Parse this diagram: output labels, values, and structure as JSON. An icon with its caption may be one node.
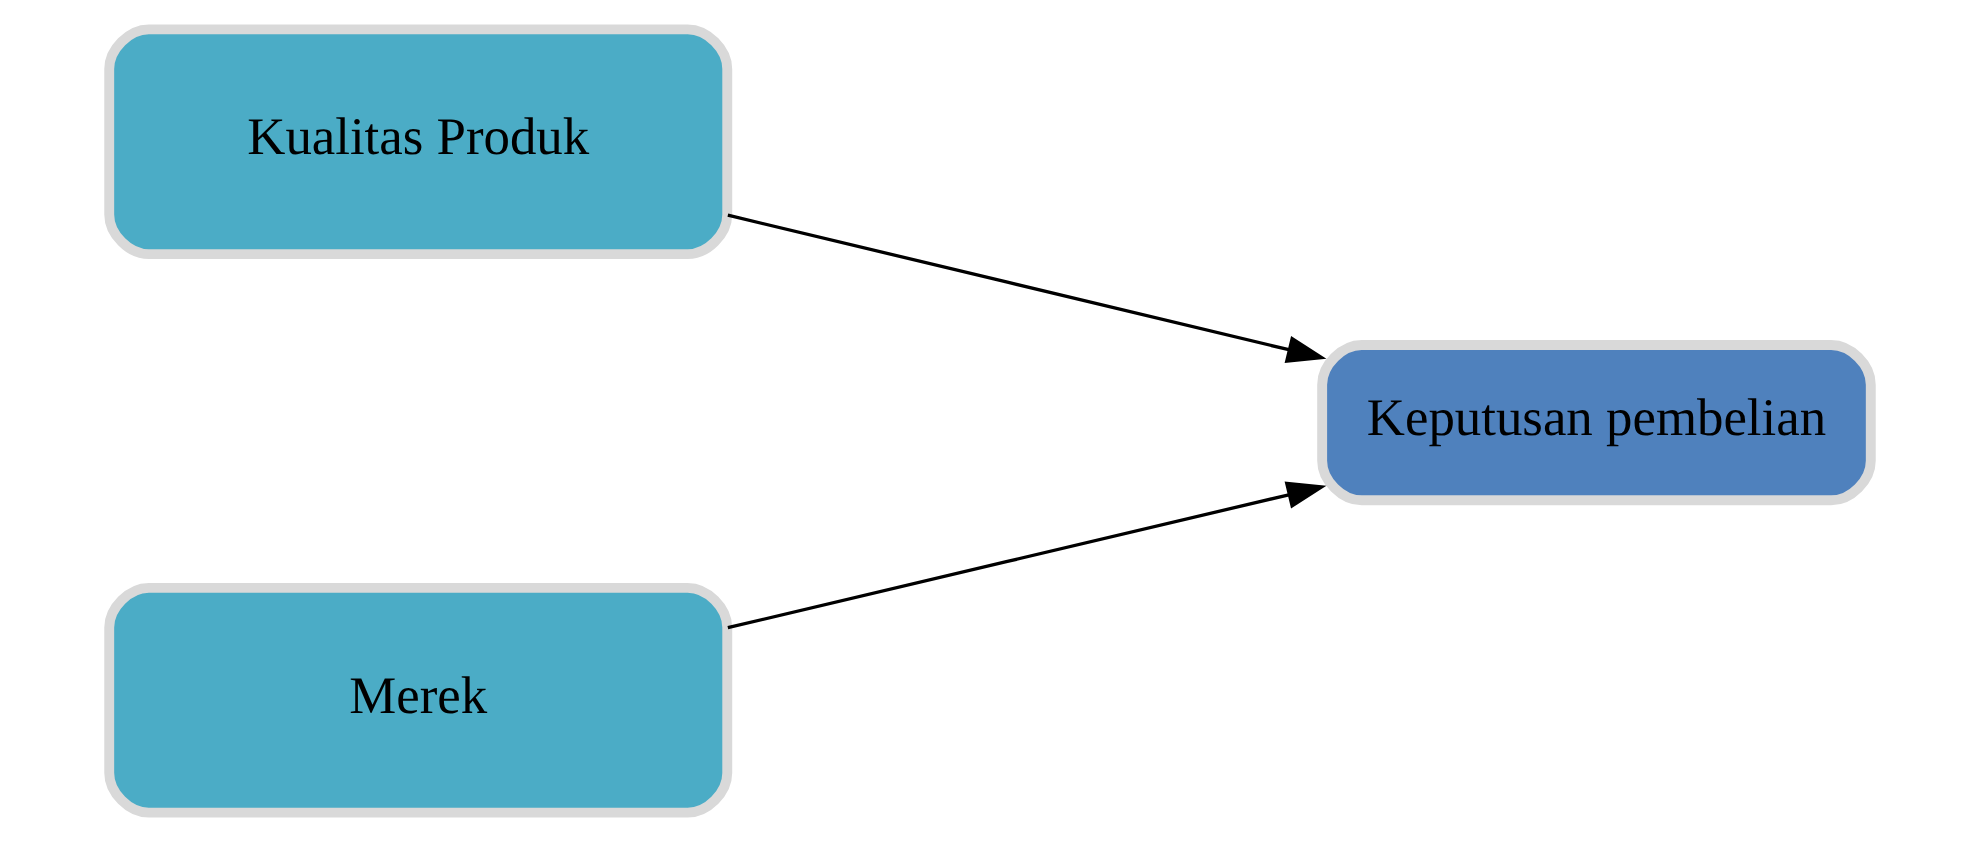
{
  "diagram": {
    "nodes": [
      {
        "text": [
          "Kualitas Produk"
        ]
      },
      {
        "text": [
          "Merek"
        ]
      },
      {
        "text": [
          "Keputusan pembelian"
        ]
      }
    ],
    "edges": [
      {
        "from": 0,
        "to": 2,
        "arrow": "to"
      },
      {
        "from": 1,
        "to": 2,
        "arrow": "to"
      }
    ]
  }
}
